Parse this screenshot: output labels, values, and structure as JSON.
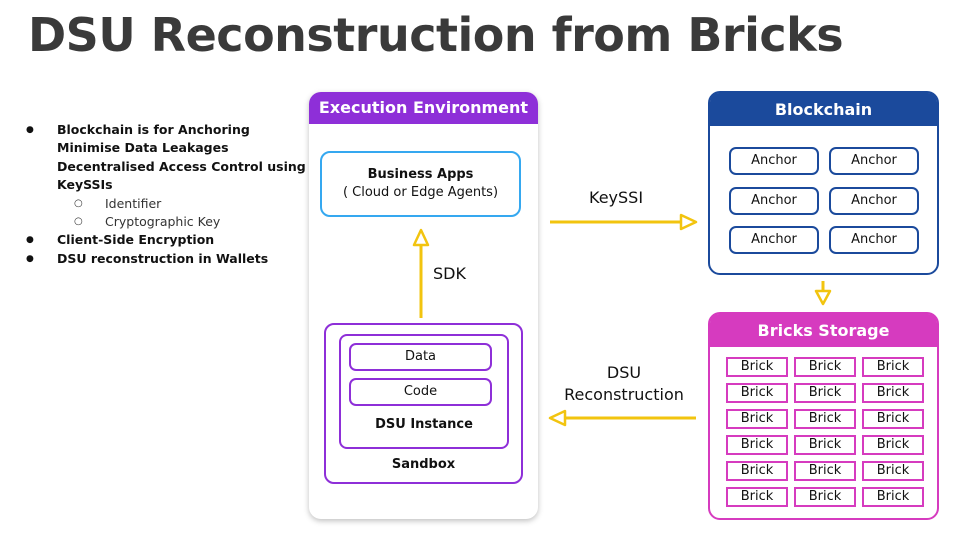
{
  "title": "DSU Reconstruction from Bricks",
  "bullets": {
    "main1": "Blockchain is for Anchoring",
    "main1b": "Minimise Data Leakages",
    "main1c": "Decentralised Access Control using",
    "main1d": "KeySSIs",
    "sub1": "Identifier",
    "sub2": "Cryptographic Key",
    "main2": "Client-Side Encryption",
    "main3": "DSU reconstruction in Wallets"
  },
  "execution": {
    "header": "Execution Environment",
    "apps_title": "Business Apps",
    "apps_sub": "( Cloud or Edge Agents)",
    "sdk": "SDK",
    "data": "Data",
    "code": "Code",
    "dsu_instance": "DSU Instance",
    "sandbox": "Sandbox"
  },
  "blockchain": {
    "header": "Blockchain",
    "anchors": [
      "Anchor",
      "Anchor",
      "Anchor",
      "Anchor",
      "Anchor",
      "Anchor"
    ]
  },
  "bricks_storage": {
    "header": "Bricks Storage",
    "bricks": [
      "Brick",
      "Brick",
      "Brick",
      "Brick",
      "Brick",
      "Brick",
      "Brick",
      "Brick",
      "Brick",
      "Brick",
      "Brick",
      "Brick",
      "Brick",
      "Brick",
      "Brick",
      "Brick",
      "Brick",
      "Brick"
    ]
  },
  "flows": {
    "keyssi": "KeySSI",
    "dsu": "DSU",
    "reconstruction": "Reconstruction"
  },
  "colors": {
    "purple": "#8e2fd8",
    "blue_border": "#35a8f0",
    "navy": "#1b4a9c",
    "magenta": "#d63bbf",
    "arrow": "#f2c40f"
  }
}
